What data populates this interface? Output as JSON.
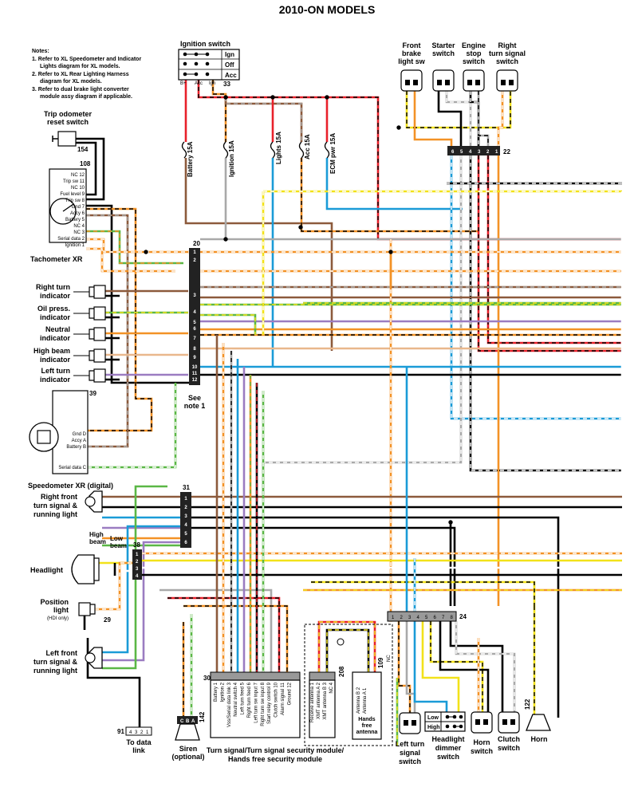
{
  "title": "2010-ON MODELS",
  "notes": {
    "heading": "Notes:",
    "lines": [
      "1. Refer to XL Speedometer and Indicator",
      "Lights diagram for XL models.",
      "2. Refer to XL Rear Lighting Harness",
      "diagram for XL models.",
      "3. Refer to dual brake light converter",
      "module assy diagram if applicable."
    ]
  },
  "ignition_switch": {
    "label": "Ignition switch",
    "positions": [
      "Ign",
      "Off",
      "Acc"
    ],
    "terminals": [
      "B+",
      "Acc",
      "Ign"
    ],
    "ref": "33"
  },
  "fuses": [
    "Battery 15A",
    "Ignition 15A",
    "Lights 15A",
    "Acc 15A",
    "ECM pwr 15A"
  ],
  "top_switches": [
    {
      "id": "front-brake",
      "label": [
        "Front",
        "brake",
        "light sw"
      ]
    },
    {
      "id": "starter",
      "label": [
        "Starter",
        "switch"
      ]
    },
    {
      "id": "engine-stop",
      "label": [
        "Engine",
        "stop",
        "switch"
      ]
    },
    {
      "id": "right-turn-signal",
      "label": [
        "Right",
        "turn signal",
        "switch"
      ]
    }
  ],
  "connector_22": {
    "ref": "22",
    "pins": [
      "6",
      "5",
      "4",
      "3",
      "2",
      "1"
    ]
  },
  "trip_reset": {
    "label": [
      "Trip odometer",
      "reset switch"
    ],
    "ref": "154"
  },
  "tachometer": {
    "label": "Tachometer XR",
    "ref": "108",
    "pins": [
      "NC 12",
      "Trip sw 11",
      "NC 10",
      "Fuel level 9",
      "Trip sw 8",
      "Gnd 7",
      "Accy 6",
      "Battery 5",
      "NC 4",
      "NC 3",
      "Serial data 2",
      "Ignition 1"
    ]
  },
  "indicators": [
    {
      "id": "right-turn",
      "label": [
        "Right turn",
        "indicator"
      ]
    },
    {
      "id": "oil-press",
      "label": [
        "Oil press.",
        "indicator"
      ]
    },
    {
      "id": "neutral",
      "label": [
        "Neutral",
        "indicator"
      ]
    },
    {
      "id": "high-beam",
      "label": [
        "High beam",
        "indicator"
      ]
    },
    {
      "id": "left-turn",
      "label": [
        "Left turn",
        "indicator"
      ]
    }
  ],
  "connector_20": {
    "ref": "20",
    "pins": [
      "1",
      "2",
      "3",
      "4",
      "5",
      "6",
      "7",
      "8",
      "9",
      "10",
      "11",
      "12"
    ],
    "note": [
      "See",
      "note 1"
    ]
  },
  "speedometer": {
    "label": "Speedometer XR (digital)",
    "ref": "39",
    "pins": [
      "Gnd D",
      "Accy A",
      "Battery B",
      "Serial data C"
    ]
  },
  "front_lights": [
    {
      "id": "right-front",
      "label": [
        "Right front",
        "turn signal &",
        "running light"
      ]
    },
    {
      "id": "left-front",
      "label": [
        "Left front",
        "turn signal &",
        "running light"
      ]
    }
  ],
  "connector_31": {
    "ref": "31",
    "pins": [
      "1",
      "2",
      "3",
      "4",
      "5",
      "6"
    ]
  },
  "headlight": {
    "label": "Headlight",
    "beams": [
      [
        "High",
        "beam"
      ],
      [
        "Low",
        "beam"
      ]
    ],
    "ref": "38",
    "pins": [
      "1",
      "2",
      "3",
      "4"
    ]
  },
  "position_light": {
    "label": [
      "Position",
      "light",
      "(HDI only)"
    ],
    "ref": "29"
  },
  "data_link": {
    "label": [
      "To data",
      "link"
    ],
    "ref": "91",
    "pins": [
      "4",
      "3",
      "2",
      "1"
    ]
  },
  "siren": {
    "label": [
      "Siren",
      "(optional)"
    ],
    "ref": "142",
    "pins": [
      "C",
      "B",
      "A"
    ]
  },
  "module": {
    "ref": "30",
    "label": [
      "Turn signal/Turn signal security module/",
      "Hands free security module"
    ],
    "pins": [
      "Battery 1",
      "Ignition 2",
      "Vss/Serial data link 3",
      "Neutral switch 4",
      "Left turn feed 5",
      "Right turn feed 6",
      "Left turn sw input 7",
      "Right turn sw input 8",
      "Start relay control 9",
      "Clutch switch 10",
      "Alarm signal 11",
      "Ground 12"
    ],
    "pins2": [
      "Receive antenna 1",
      "XMT antenna A 2",
      "XMT antenna B 3",
      "NC 4"
    ]
  },
  "antenna": {
    "label": [
      "Hands",
      "free",
      "antenna"
    ],
    "ref": "208",
    "ref2": "109",
    "pins": [
      "Antenna B 2",
      "Antenna A 1"
    ],
    "nc": "NC"
  },
  "connector_24": {
    "ref": "24",
    "pins": [
      "1",
      "2",
      "3",
      "4",
      "5",
      "6",
      "7",
      "8"
    ]
  },
  "bottom_switches": [
    {
      "id": "left-turn-signal",
      "label": [
        "Left turn",
        "signal",
        "switch"
      ]
    },
    {
      "id": "headlight-dimmer",
      "label": [
        "Headlight",
        "dimmer",
        "switch"
      ],
      "positions": [
        "Low",
        "High"
      ]
    },
    {
      "id": "horn-switch",
      "label": [
        "Horn",
        "switch"
      ]
    },
    {
      "id": "clutch",
      "label": [
        "Clutch",
        "switch"
      ]
    },
    {
      "id": "horn",
      "label": [
        "Horn"
      ],
      "ref": "122"
    }
  ],
  "colors": {
    "red": "#e8202a",
    "black": "#000000",
    "orange": "#f39226",
    "brown": "#8c5a3c",
    "grey": "#a9a9a9",
    "blue": "#1a9bd7",
    "green": "#5bb746",
    "violet": "#9b7cc1",
    "tan": "#e9b78c",
    "yellow": "#f2e21a",
    "white": "#ffffff"
  }
}
